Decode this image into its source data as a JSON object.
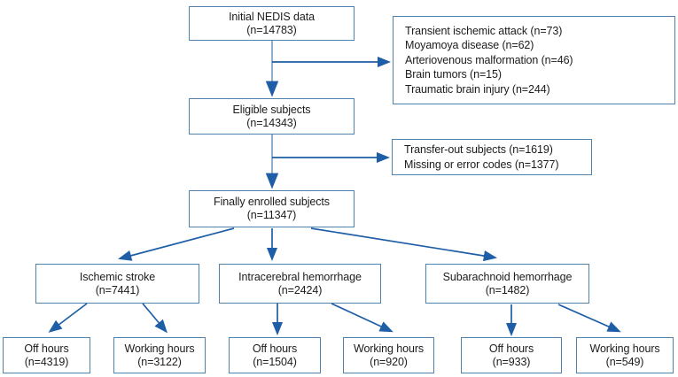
{
  "flowchart": {
    "description": "Patient enrollment flow diagram",
    "colors": {
      "box_border": "#4e82ad",
      "arrow_dark": "#1d5ea6",
      "arrow_light_stem": "#8fafcd",
      "text": "#1c1c1c",
      "background": "#ffffff"
    },
    "nodes": {
      "initial": {
        "line1": "Initial NEDIS data",
        "line2": "(n=14783)"
      },
      "exclusion1": {
        "lines": [
          "Transient ischemic attack (n=73)",
          "Moyamoya disease (n=62)",
          "Arteriovenous malformation (n=46)",
          "Brain tumors (n=15)",
          "Traumatic brain injury (n=244)"
        ]
      },
      "eligible": {
        "line1": "Eligible subjects",
        "line2": "(n=14343)"
      },
      "exclusion2": {
        "lines": [
          "Transfer-out subjects (n=1619)",
          "Missing or error codes (n=1377)"
        ]
      },
      "enrolled": {
        "line1": "Finally enrolled subjects",
        "line2": "(n=11347)"
      },
      "ischemic": {
        "line1": "Ischemic stroke",
        "line2": "(n=7441)"
      },
      "intracerebral": {
        "line1": "Intracerebral hemorrhage",
        "line2": "(n=2424)"
      },
      "subarachnoid": {
        "line1": "Subarachnoid hemorrhage",
        "line2": "(n=1482)"
      },
      "ischemic_off": {
        "line1": "Off hours",
        "line2": "(n=4319)"
      },
      "ischemic_working": {
        "line1": "Working hours",
        "line2": "(n=3122)"
      },
      "intracerebral_off": {
        "line1": "Off hours",
        "line2": "(n=1504)"
      },
      "intracerebral_working": {
        "line1": "Working hours",
        "line2": "(n=920)"
      },
      "subarachnoid_off": {
        "line1": "Off hours",
        "line2": "(n=933)"
      },
      "subarachnoid_working": {
        "line1": "Working hours",
        "line2": "(n=549)"
      }
    }
  }
}
